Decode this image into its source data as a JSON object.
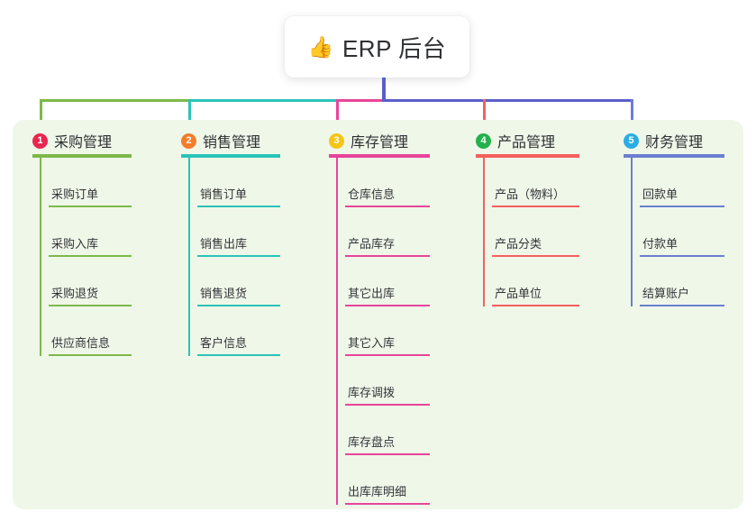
{
  "title": {
    "emoji": "👍",
    "emoji_name": "thumbs-up-emoji",
    "text": "ERP 后台"
  },
  "colors": {
    "panel_background": "#eff7e9",
    "page_background": "#ffffff",
    "title_stem": "#5a5fc7",
    "title_text": "#2f3033"
  },
  "columns": [
    {
      "number": "1",
      "label": "采购管理",
      "badge_color": "#e8264f",
      "line_color": "#7db84a",
      "items": [
        "采购订单",
        "采购入库",
        "采购退货",
        "供应商信息"
      ]
    },
    {
      "number": "2",
      "label": "销售管理",
      "badge_color": "#f57c2a",
      "line_color": "#2bc3b8",
      "items": [
        "销售订单",
        "销售出库",
        "销售退货",
        "客户信息"
      ]
    },
    {
      "number": "3",
      "label": "库存管理",
      "badge_color": "#f5c518",
      "line_color": "#e8459a",
      "items": [
        "仓库信息",
        "产品库存",
        "其它出库",
        "其它入库",
        "库存调拨",
        "库存盘点",
        "出库库明细"
      ]
    },
    {
      "number": "4",
      "label": "产品管理",
      "badge_color": "#22b24c",
      "line_color": "#f4605e",
      "items": [
        "产品（物料）",
        "产品分类",
        "产品单位"
      ]
    },
    {
      "number": "5",
      "label": "财务管理",
      "badge_color": "#2aade3",
      "line_color": "#6b7fd0",
      "items": [
        "回款单",
        "付款单",
        "结算账户"
      ]
    }
  ],
  "layout": {
    "column_x": [
      36,
      201,
      365,
      528,
      692
    ],
    "column_rule_width": [
      110,
      110,
      112,
      115,
      112
    ],
    "item_row_step": 55,
    "item_first_bottom": 97
  }
}
